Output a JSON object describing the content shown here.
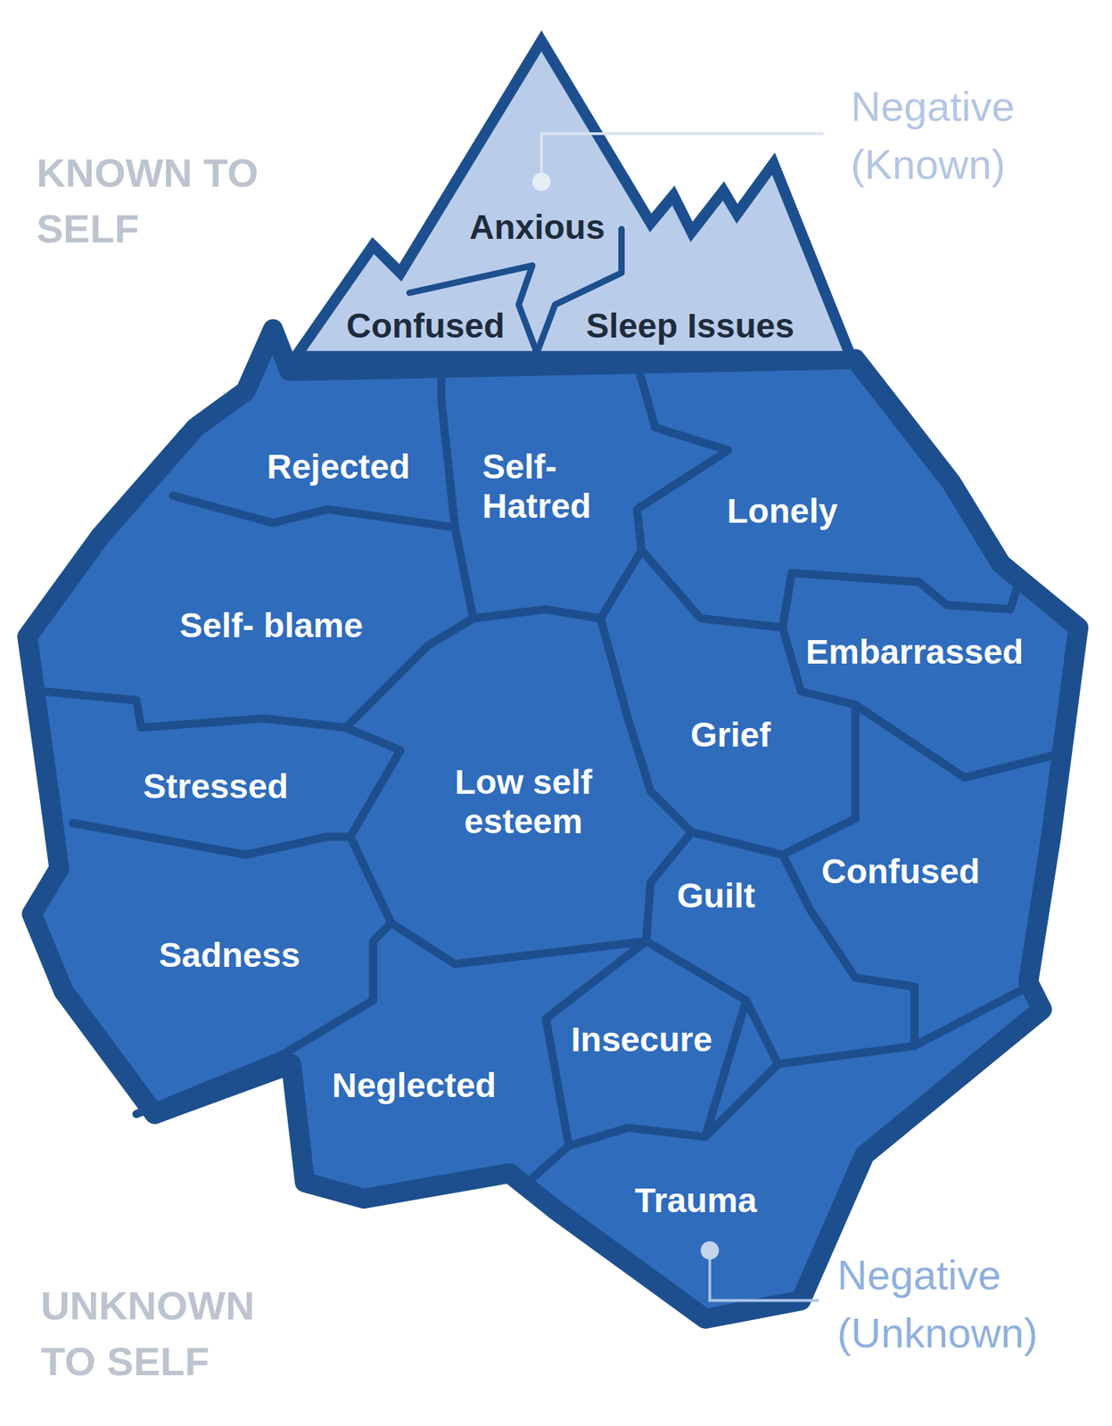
{
  "diagram": {
    "nodes": [
      {
        "text": [
          "Anxious"
        ]
      },
      {
        "text": [
          "Confused"
        ]
      },
      {
        "text": [
          "Sleep Issues"
        ]
      },
      {
        "text": [
          "Rejected"
        ]
      },
      {
        "text": [
          "Self- Hatred"
        ]
      },
      {
        "text": [
          "Lonely"
        ]
      },
      {
        "text": [
          "Self- blame"
        ]
      },
      {
        "text": [
          "Embarrassed"
        ]
      },
      {
        "text": [
          "Grief"
        ]
      },
      {
        "text": [
          "Stressed"
        ]
      },
      {
        "text": [
          "Low self esteem"
        ]
      },
      {
        "text": [
          "Guilt"
        ]
      },
      {
        "text": [
          "Confused"
        ]
      },
      {
        "text": [
          "Sadness"
        ]
      },
      {
        "text": [
          "Insecure"
        ]
      },
      {
        "text": [
          "Neglected"
        ]
      },
      {
        "text": [
          "Trauma"
        ]
      }
    ],
    "labels": [
      "KNOWN TO SELF",
      "Negative (Known)",
      "Negative (Unknown)",
      "UNKNOWN TO SELF"
    ]
  }
}
